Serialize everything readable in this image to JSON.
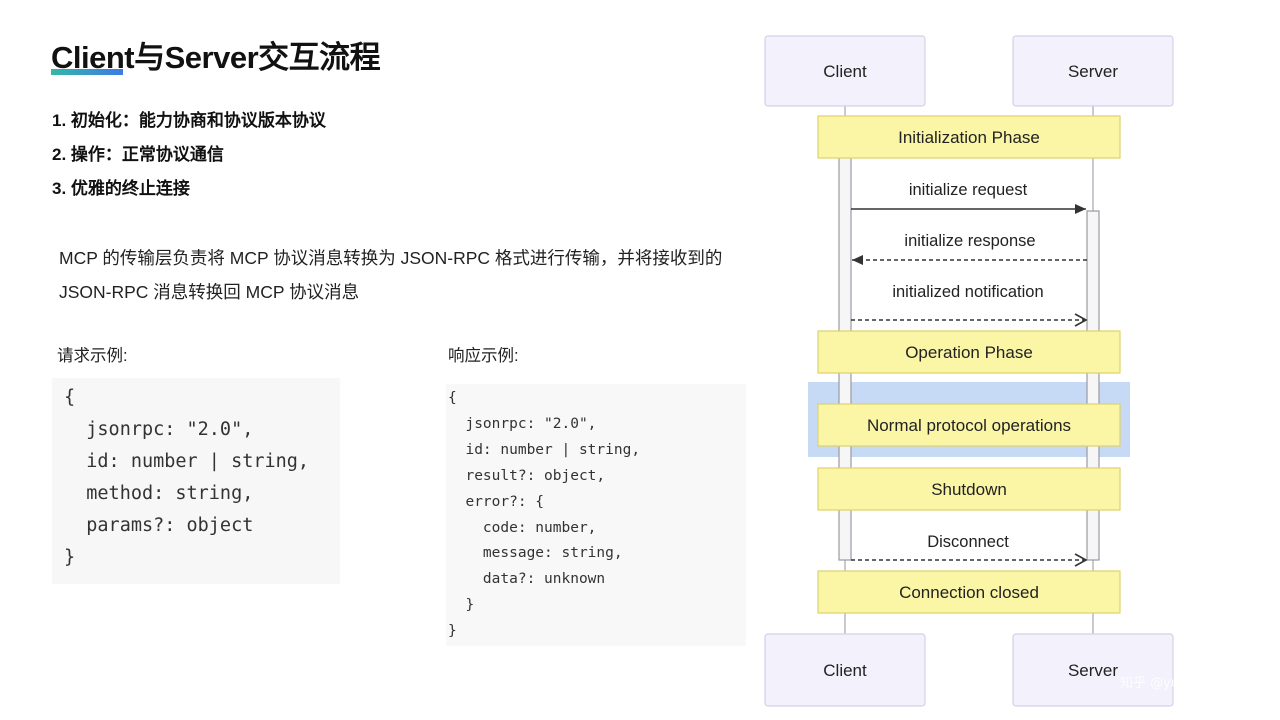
{
  "title": "Client与Server交互流程",
  "steps": [
    "1.  初始化：能力协商和协议版本协议",
    "2.  操作：正常协议通信",
    "3.  优雅的终止连接"
  ],
  "paragraph": "MCP 的传输层负责将 MCP 协议消息转换为 JSON-RPC 格式进行传输，并将接收到的 JSON-RPC 消息转换回 MCP 协议消息",
  "request_example": {
    "label": "请求示例:",
    "code": "{\n  jsonrpc: \"2.0\",\n  id: number | string,\n  method: string,\n  params?: object\n}"
  },
  "response_example": {
    "label": "响应示例:",
    "code": "{\n  jsonrpc: \"2.0\",\n  id: number | string,\n  result?: object,\n  error?: {\n    code: number,\n    message: string,\n    data?: unknown\n  }\n}"
  },
  "diagram": {
    "participants": {
      "client_top": "Client",
      "server_top": "Server",
      "client_bottom": "Client",
      "server_bottom": "Server"
    },
    "phases": {
      "init": "Initialization Phase",
      "operation": "Operation Phase",
      "normal_ops": "Normal protocol operations",
      "shutdown": "Shutdown",
      "closed": "Connection closed"
    },
    "messages": {
      "init_request": "initialize request",
      "init_response": "initialize response",
      "initialized": "initialized notification",
      "disconnect": "Disconnect"
    },
    "colors": {
      "participant_fill": "#f3f1fb",
      "participant_stroke": "#d5d0ea",
      "phase_fill": "#fbf5a6",
      "phase_stroke": "#ddd36a",
      "highlight": "#c6d9f5",
      "lifeline": "#c9c9cf",
      "arrow": "#333333"
    }
  },
  "watermark": "知乎 @yuan"
}
